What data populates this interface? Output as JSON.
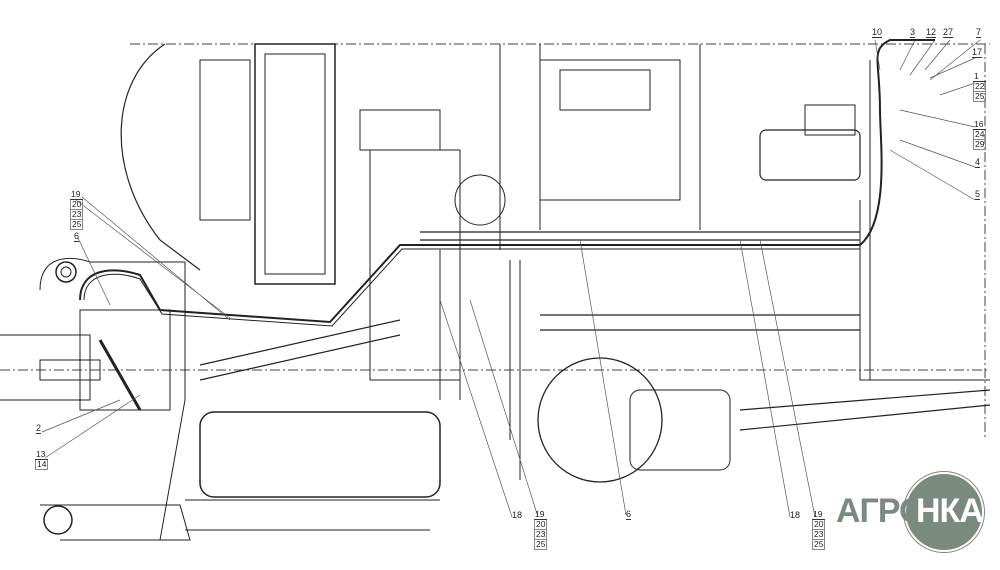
{
  "drawing": {
    "callouts": {
      "left_group": [
        "19",
        "20",
        "23",
        "25"
      ],
      "left_6": "6",
      "left_2": "2",
      "left_13_14": [
        "13",
        "14"
      ],
      "top_10": "10",
      "top_3": "3",
      "top_12": "12",
      "top_27": "27",
      "top_7": "7",
      "right_17": "17",
      "right_1_group": [
        "1",
        "22",
        "25"
      ],
      "right_16_group": [
        "16",
        "24",
        "29"
      ],
      "right_4": "4",
      "right_5": "5",
      "bottom_18a": "18",
      "bottom_group_a": [
        "19",
        "20",
        "23",
        "25"
      ],
      "bottom_6": "6",
      "bottom_18b": "18",
      "bottom_group_b": [
        "19",
        "20",
        "23",
        "25"
      ]
    }
  },
  "logo": {
    "left": "АГРО",
    "right": "НКА",
    "color": "#7b8a7f"
  }
}
